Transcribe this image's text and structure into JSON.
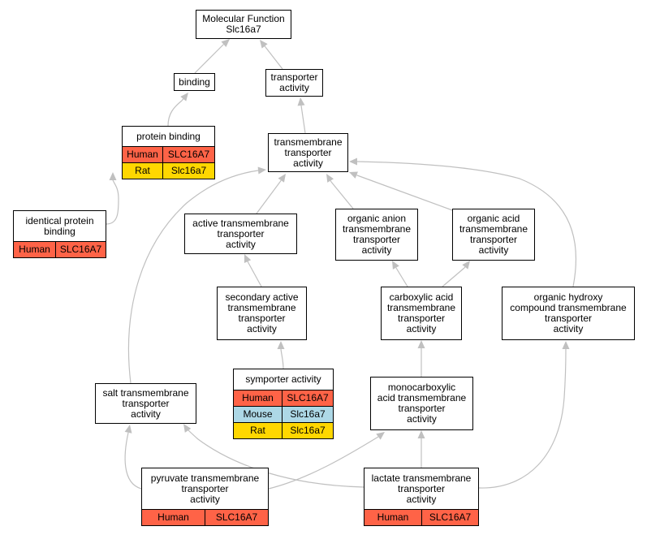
{
  "colors": {
    "human": "#ff6347",
    "rat": "#ffd700",
    "mouse": "#add8e6",
    "edge": "#c0c0c0",
    "border": "#000000"
  },
  "nodes": {
    "mf": {
      "lines": [
        "Molecular Function",
        "Slc16a7"
      ]
    },
    "binding": {
      "lines": [
        "binding"
      ]
    },
    "transporter": {
      "lines": [
        "transporter",
        "activity"
      ]
    },
    "protein_binding": {
      "lines": [
        "protein binding"
      ],
      "annotations": [
        {
          "species": "Human",
          "gene": "SLC16A7"
        },
        {
          "species": "Rat",
          "gene": "Slc16a7"
        }
      ]
    },
    "tm_transporter": {
      "lines": [
        "transmembrane",
        "transporter",
        "activity"
      ]
    },
    "identical_protein": {
      "lines": [
        "identical protein",
        "binding"
      ],
      "annotations": [
        {
          "species": "Human",
          "gene": "SLC16A7"
        }
      ]
    },
    "active_tm": {
      "lines": [
        "active transmembrane",
        "transporter",
        "activity"
      ]
    },
    "organic_anion": {
      "lines": [
        "organic anion",
        "transmembrane",
        "transporter",
        "activity"
      ]
    },
    "organic_acid": {
      "lines": [
        "organic acid",
        "transmembrane",
        "transporter",
        "activity"
      ]
    },
    "secondary_active": {
      "lines": [
        "secondary active",
        "transmembrane",
        "transporter",
        "activity"
      ]
    },
    "carboxylic": {
      "lines": [
        "carboxylic acid",
        "transmembrane",
        "transporter",
        "activity"
      ]
    },
    "organic_hydroxy": {
      "lines": [
        "organic hydroxy",
        "compound transmembrane",
        "transporter",
        "activity"
      ]
    },
    "symporter": {
      "lines": [
        "symporter activity"
      ],
      "annotations": [
        {
          "species": "Human",
          "gene": "SLC16A7"
        },
        {
          "species": "Mouse",
          "gene": "Slc16a7"
        },
        {
          "species": "Rat",
          "gene": "Slc16a7"
        }
      ]
    },
    "salt": {
      "lines": [
        "salt transmembrane",
        "transporter",
        "activity"
      ]
    },
    "monocarboxylic": {
      "lines": [
        "monocarboxylic",
        "acid transmembrane",
        "transporter",
        "activity"
      ]
    },
    "pyruvate": {
      "lines": [
        "pyruvate transmembrane",
        "transporter",
        "activity"
      ],
      "annotations": [
        {
          "species": "Human",
          "gene": "SLC16A7"
        }
      ]
    },
    "lactate": {
      "lines": [
        "lactate transmembrane",
        "transporter",
        "activity"
      ],
      "annotations": [
        {
          "species": "Human",
          "gene": "SLC16A7"
        }
      ]
    }
  },
  "edges": [
    {
      "from": "binding",
      "to": "mf"
    },
    {
      "from": "transporter",
      "to": "mf"
    },
    {
      "from": "protein_binding",
      "to": "binding"
    },
    {
      "from": "tm_transporter",
      "to": "transporter"
    },
    {
      "from": "identical_protein",
      "to": "protein_binding"
    },
    {
      "from": "active_tm",
      "to": "tm_transporter"
    },
    {
      "from": "organic_anion",
      "to": "tm_transporter"
    },
    {
      "from": "organic_acid",
      "to": "tm_transporter"
    },
    {
      "from": "salt",
      "to": "tm_transporter"
    },
    {
      "from": "organic_hydroxy",
      "to": "tm_transporter"
    },
    {
      "from": "secondary_active",
      "to": "active_tm"
    },
    {
      "from": "carboxylic",
      "to": "organic_anion"
    },
    {
      "from": "carboxylic",
      "to": "organic_acid"
    },
    {
      "from": "symporter",
      "to": "secondary_active"
    },
    {
      "from": "monocarboxylic",
      "to": "carboxylic"
    },
    {
      "from": "pyruvate",
      "to": "salt"
    },
    {
      "from": "pyruvate",
      "to": "monocarboxylic"
    },
    {
      "from": "lactate",
      "to": "salt"
    },
    {
      "from": "lactate",
      "to": "monocarboxylic"
    },
    {
      "from": "lactate",
      "to": "organic_hydroxy"
    }
  ]
}
